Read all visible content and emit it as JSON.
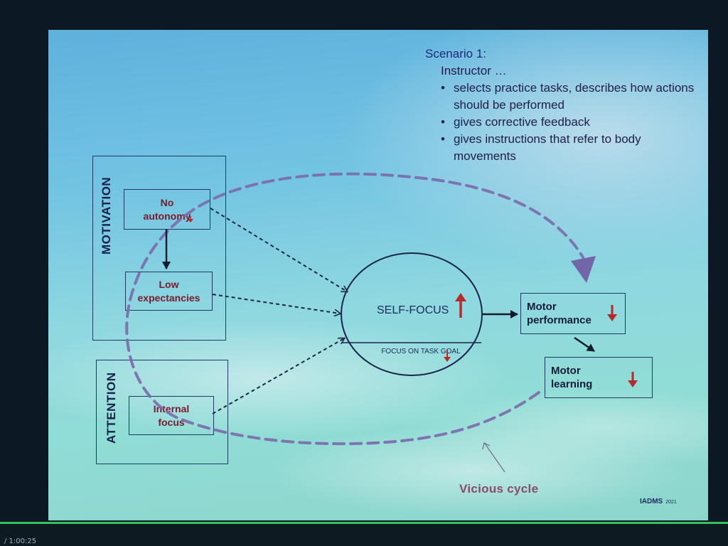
{
  "scenario": {
    "title": "Scenario 1:",
    "subtitle": "Instructor …",
    "bullets": [
      "selects practice tasks, describes how actions should be performed",
      "gives corrective feedback",
      "gives instructions that refer to body movements"
    ]
  },
  "panels": {
    "motivation": "MOTIVATION",
    "attention": "ATTENTION"
  },
  "nodes": {
    "no_autonomy": "No autonomy",
    "low_expectancies": "Low expectancies",
    "internal_focus": "Internal focus",
    "self_focus": "SELF-FOCUS",
    "focus_task_goal": "FOCUS ON TASK GOAL",
    "motor_performance": "Motor performance",
    "motor_learning": "Motor learning"
  },
  "cycle_label": "Vicious cycle",
  "logo": {
    "name": "IADMS",
    "year": "2021"
  },
  "player": {
    "time": "/ 1:00:25"
  },
  "colors": {
    "arrow_red": "#b52a2a",
    "cycle_purple": "#7a6aaa",
    "text_navy": "#1e2a7a"
  }
}
